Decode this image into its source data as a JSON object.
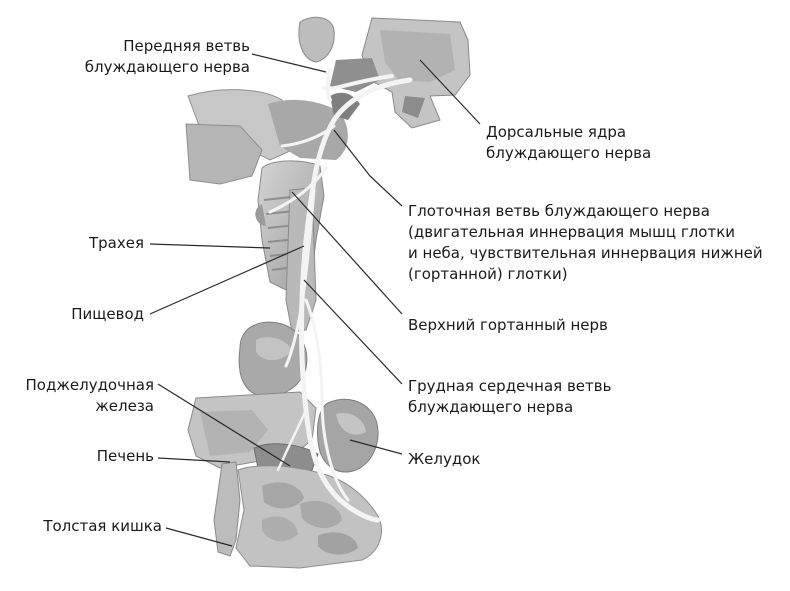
{
  "labels": {
    "anterior_vagus": [
      "Передняя ветвь",
      "блуждающего нерва"
    ],
    "dorsal_nuclei": [
      "Дорсальные ядра",
      "блуждающего нерва"
    ],
    "pharyngeal_branch": [
      "Глоточная ветвь блуждающего нерва",
      "(двигательная иннервация мышц глотки",
      "и неба, чувствительная иннервация нижней",
      "(гортанной) глотки)"
    ],
    "trachea": "Трахея",
    "esophagus": "Пищевод",
    "superior_laryngeal": "Верхний гортанный нерв",
    "pancreas": [
      "Поджелудочная",
      "железа"
    ],
    "thoracic_cardiac": [
      "Грудная сердечная ветвь",
      "блуждающего нерва"
    ],
    "liver": "Печень",
    "stomach": "Желудок",
    "colon": "Толстая кишка"
  },
  "colors": {
    "organ_light": "#c9c9c9",
    "organ_mid": "#a9a9a9",
    "organ_dark": "#7a7a7a",
    "nerve": "#f2f2f2",
    "leader": "#2a2a2a"
  }
}
